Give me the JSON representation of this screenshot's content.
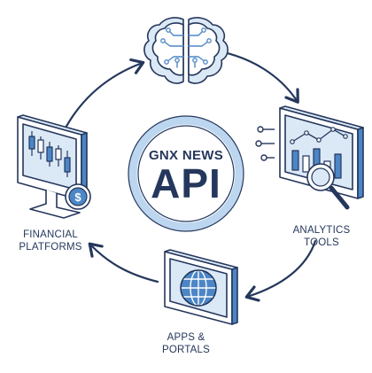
{
  "center": {
    "line1": "GNX NEWS",
    "line2": "API"
  },
  "nodes": {
    "financial": {
      "line1": "FINANCIAL",
      "line2": "PLATFORMS",
      "icon": "stock-monitor-icon"
    },
    "analytics": {
      "line1": "ANALYTICS",
      "line2": "TOOLS",
      "icon": "analytics-monitor-icon"
    },
    "apps": {
      "line1": "APPS &",
      "line2": "PORTALS",
      "icon": "globe-screen-icon"
    },
    "ai": {
      "icon": "circuit-brain-icon"
    }
  },
  "colors": {
    "outline": "#25375c",
    "accent": "#4c86c6",
    "light_fill": "#dbe9f7",
    "ring": "#bcd6ef"
  }
}
